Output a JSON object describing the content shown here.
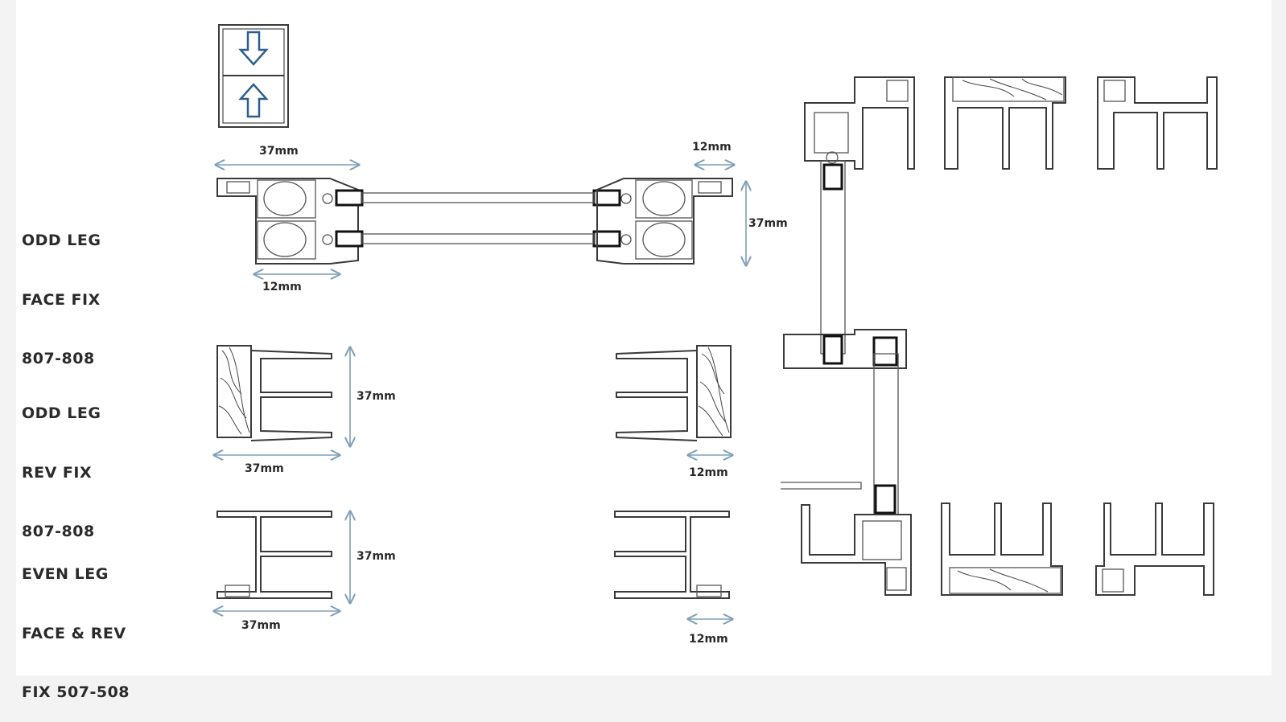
{
  "rows": [
    {
      "id": "odd-leg-face-fix",
      "lines": [
        "ODD LEG",
        "FACE FIX",
        "807-808"
      ]
    },
    {
      "id": "odd-leg-rev-fix",
      "lines": [
        "ODD LEG",
        "REV FIX",
        "807-808"
      ]
    },
    {
      "id": "even-leg-face-rev",
      "lines": [
        "EVEN LEG",
        "FACE & REV",
        "FIX 507-508"
      ]
    }
  ],
  "dimensions": {
    "d37": "37mm",
    "d12": "12mm"
  },
  "colors": {
    "line": "#3a3a3a",
    "dimension": "#7f9fb8",
    "background": "#ffffff"
  },
  "icons": [
    "arrow-down-icon",
    "arrow-up-icon"
  ]
}
